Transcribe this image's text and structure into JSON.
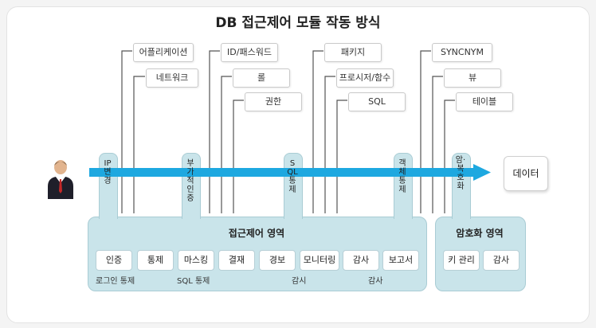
{
  "title": "DB 접근제어 모듈 작동 방식",
  "top_tags": [
    {
      "label": "어플리케이션"
    },
    {
      "label": "네트워크"
    },
    {
      "label": "ID/패스워드"
    },
    {
      "label": "롤"
    },
    {
      "label": "권한"
    },
    {
      "label": "패키지"
    },
    {
      "label": "프로시저/함수"
    },
    {
      "label": "SQL"
    },
    {
      "label": "SYNCNYM"
    },
    {
      "label": "뷰"
    },
    {
      "label": "테이블"
    }
  ],
  "checkpoints": [
    {
      "label": "IP변경"
    },
    {
      "label": "부가적인증"
    },
    {
      "label": "SQL통제"
    },
    {
      "label": "객체통제"
    },
    {
      "label": "암·복호화"
    }
  ],
  "data_label": "데이터",
  "access_zone": {
    "title": "접근제어 영역",
    "features": [
      "인증",
      "통제",
      "마스킹",
      "결재",
      "경보",
      "모니터링",
      "감사",
      "보고서"
    ],
    "captions": [
      "로그인 통제",
      "SQL 통제",
      "감시",
      "감사"
    ]
  },
  "crypto_zone": {
    "title": "암호화 영역",
    "features": [
      "키 관리",
      "감사"
    ]
  },
  "colors": {
    "arrow": "#1ea8e0",
    "zone_fill": "#c9e4ea",
    "zone_border": "#a9ccd4",
    "line": "#555555"
  },
  "icons": {
    "user": "businessman-icon"
  }
}
